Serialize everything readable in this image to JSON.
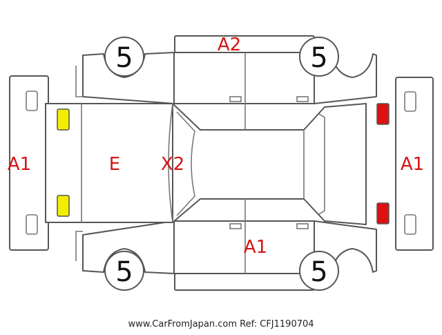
{
  "codes": {
    "front_bumper": "A1",
    "rear_bumper": "A1",
    "roof": "A2",
    "hood": "E",
    "windshield": "X2",
    "right_side": "A1"
  },
  "wheels": {
    "front_left": "5",
    "rear_left": "5",
    "front_right": "5",
    "rear_right": "5"
  },
  "colors": {
    "code_text": "#d41414",
    "headlight": "#f2ee00",
    "taillight": "#dd1111",
    "outline": "#555555"
  },
  "footer": "www.CarFromJapan.com Ref: CFJ1190704"
}
